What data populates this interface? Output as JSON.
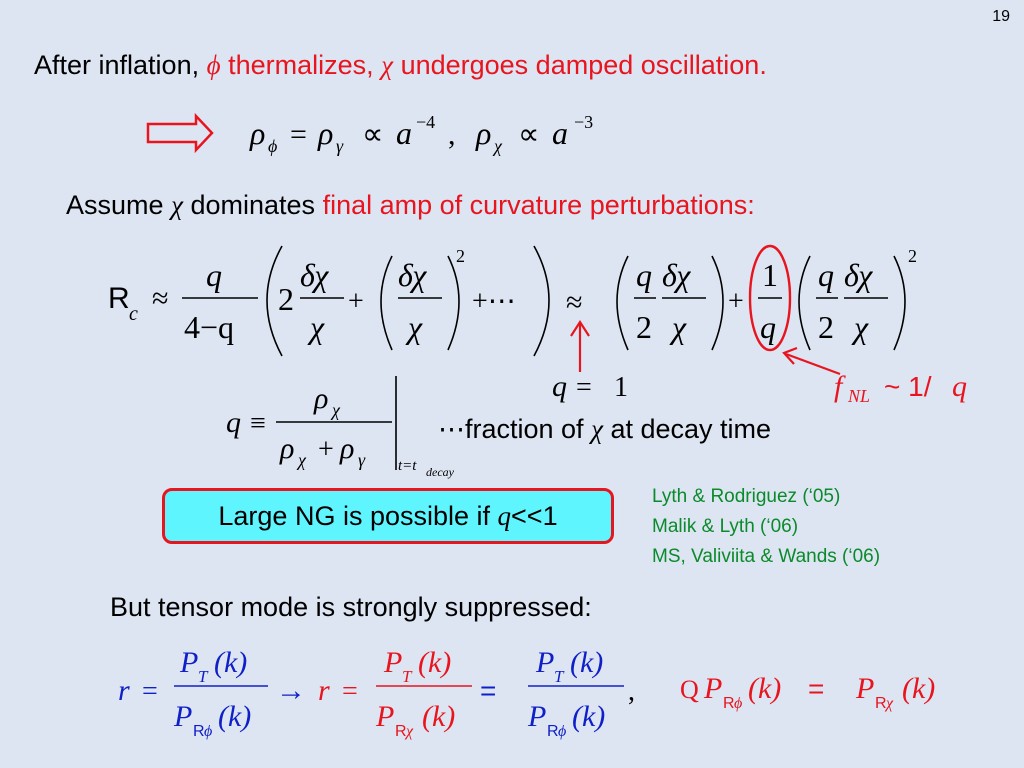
{
  "slide": {
    "page_number": "19",
    "line1": {
      "prefix": "After inflation,",
      "phi": "ϕ",
      "part2": "thermalizes,",
      "chi": "χ",
      "part3": "undergoes damped oscillation."
    },
    "scaling": {
      "arrow": "⟹",
      "lhs": "ρ",
      "eq": "=",
      "rho": "ρ",
      "prop": "∝",
      "a": "a",
      "exp4": "−4",
      "comma": ",",
      "exp3": "−3",
      "sub_phi": "ϕ",
      "sub_gamma": "γ",
      "sub_chi": "χ"
    },
    "line2": {
      "prefix": "Assume",
      "chi": "χ",
      "part2": "dominates",
      "part3": "final amp of curvature perturbations:"
    },
    "curvature_eq": {
      "R": "R",
      "R_sub": "c",
      "approx": "≈",
      "q": "q",
      "four_minus_q": "4−q",
      "two": "2",
      "delta_chi": "δχ",
      "chi": "χ",
      "plus": "+",
      "sq": "2",
      "dots": "+⋯",
      "one": "1"
    },
    "q_annotation": {
      "q": "q",
      "eq": "=",
      "one": "1"
    },
    "fnl": {
      "f": "f",
      "sub": "NL",
      "rest": "~ 1/",
      "q": "q"
    },
    "q_def": {
      "q": "q",
      "equiv": "≡",
      "rho": "ρ",
      "chi": "χ",
      "gamma": "γ",
      "plus": "+",
      "eval_sub": "t=t",
      "eval_sub2": "decay",
      "desc_prefix": "⋯fraction of",
      "desc_chi": "χ",
      "desc_suffix": "at decay time"
    },
    "ng_box": {
      "prefix": "Large NG is possible if",
      "q": "q",
      "suffix": "<<1"
    },
    "references": [
      "Lyth & Rodriguez (‘05)",
      "Malik & Lyth (‘06)",
      "MS, Valiviita & Wands (‘06)"
    ],
    "line3": {
      "text": "But tensor mode is strongly suppressed:"
    },
    "tensor_eq": {
      "r": "r",
      "eq": "=",
      "P": "P",
      "T": "T",
      "k": "(k)",
      "R": "R",
      "phi": "ϕ",
      "chi": "χ",
      "arrow": "→",
      "comma": ",",
      "because": "Q",
      "eq2": "="
    },
    "colors": {
      "red": "#e8141e",
      "blue": "#1020c8",
      "green": "#0a8a2a",
      "box_fill": "#5ff5ff",
      "background": "#dde5f2"
    }
  }
}
